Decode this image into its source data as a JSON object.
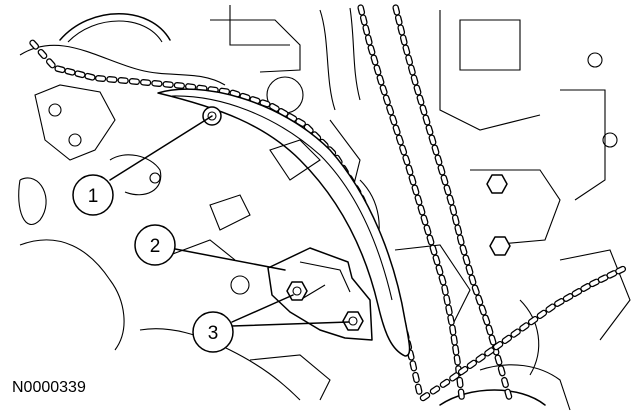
{
  "callouts": [
    {
      "label": "1"
    },
    {
      "label": "2"
    },
    {
      "label": "3"
    }
  ],
  "figure_ref": "N0000339",
  "colors": {
    "ink": "#000000",
    "paper": "#ffffff"
  }
}
